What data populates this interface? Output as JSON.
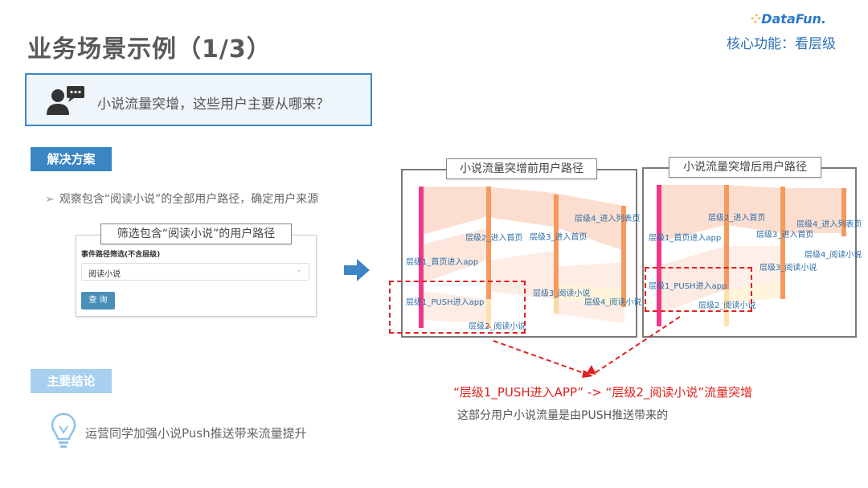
{
  "header": {
    "title": "业务场景示例（1/3）",
    "logo": "DataFun.",
    "subtitle": "核心功能：看层级"
  },
  "question": {
    "text": "小说流量突增，这些用户主要从哪来？",
    "icon": "user-chat-icon"
  },
  "solution": {
    "heading": "解决方案",
    "bullet": "观察包含“阅读小说”的全部用户路径，确定用户来源",
    "filter_tag": "筛选包含“阅读小说”的用户路径",
    "filter_label": "事件路径筛选(不含层级)",
    "filter_value": "阅读小说",
    "query_button": "查 询"
  },
  "panels": {
    "before": {
      "title": "小说流量突增前用户路径",
      "labels": [
        "层级1_首页进入app",
        "层级1_PUSH进入app",
        "层级2_进入首页",
        "层级2_阅读小说",
        "层级3_进入首页",
        "层级3_阅读小说",
        "层级4_进入列表页",
        "层级4_阅读小说"
      ]
    },
    "after": {
      "title": "小说流量突增后用户路径",
      "labels": [
        "层级1_首页进入app",
        "层级1_PUSH进入app",
        "层级2_进入首页",
        "层级2_阅读小说",
        "层级3_进入首页",
        "层级3_阅读小说",
        "层级4_进入列表页",
        "层级4_阅读小说"
      ]
    }
  },
  "finding": {
    "highlight": "“层级1_PUSH进入APP”  ->  “层级2_阅读小说”流量突增",
    "explain": "这部分用户小说流量是由PUSH推送带来的"
  },
  "conclusion": {
    "heading": "主要结论",
    "text": "运营同学加强小说Push推送带来流量提升",
    "icon": "lightbulb-icon"
  },
  "colors": {
    "accent": "#3a86c4",
    "highlight_red": "#e0201c",
    "layer1_bar": "#f0378a",
    "layer_bar": "#f59a5e",
    "flow": "#fbd6c4"
  }
}
